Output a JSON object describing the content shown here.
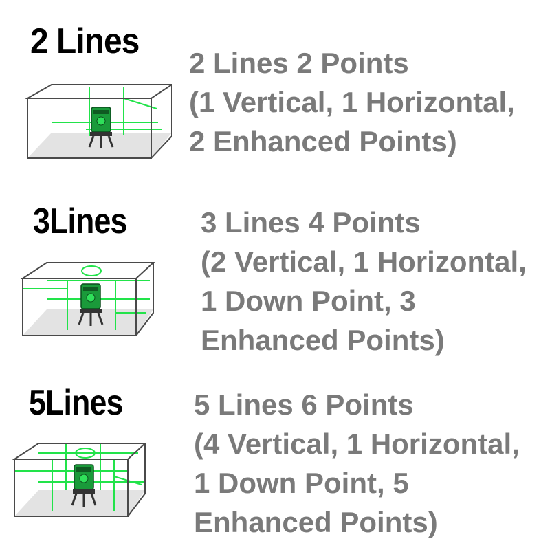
{
  "colors": {
    "heading": "#000000",
    "description": "#7a7a7a",
    "laser": "#22e34a",
    "device": "#1a9a3a",
    "box_outline": "#4a4a4a",
    "floor": "#d9d9d9"
  },
  "sections": [
    {
      "heading": "2 Lines",
      "lines": [
        "2 Lines 2 Points",
        "(1 Vertical, 1 Horizontal,",
        "2 Enhanced Points)"
      ],
      "illustration": "two-line-laser-box-icon"
    },
    {
      "heading": "3Lines",
      "lines": [
        "3 Lines 4 Points",
        "(2 Vertical, 1 Horizontal,",
        "1 Down Point, 3",
        "Enhanced Points)"
      ],
      "illustration": "three-line-laser-box-icon"
    },
    {
      "heading": "5Lines",
      "lines": [
        "5 Lines 6 Points",
        "(4 Vertical, 1 Horizontal,",
        "1 Down Point, 5",
        "Enhanced Points)"
      ],
      "illustration": "five-line-laser-box-icon"
    }
  ]
}
